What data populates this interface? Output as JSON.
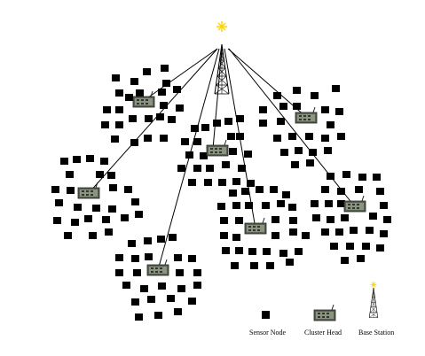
{
  "legend": {
    "sensor_node": "Sensor Node",
    "cluster_head": "Cluster Head",
    "base_station": "Base Station"
  },
  "colors": {
    "node": "#000000",
    "link": "#000000",
    "cluster_head_body": "#5d6a55",
    "cluster_head_board": "#8a947f",
    "antenna_spark": "#ffd400"
  },
  "icons": {
    "sensor_node": "square-node-icon",
    "cluster_head": "circuit-board-icon",
    "base_station": "lattice-tower-icon"
  }
}
